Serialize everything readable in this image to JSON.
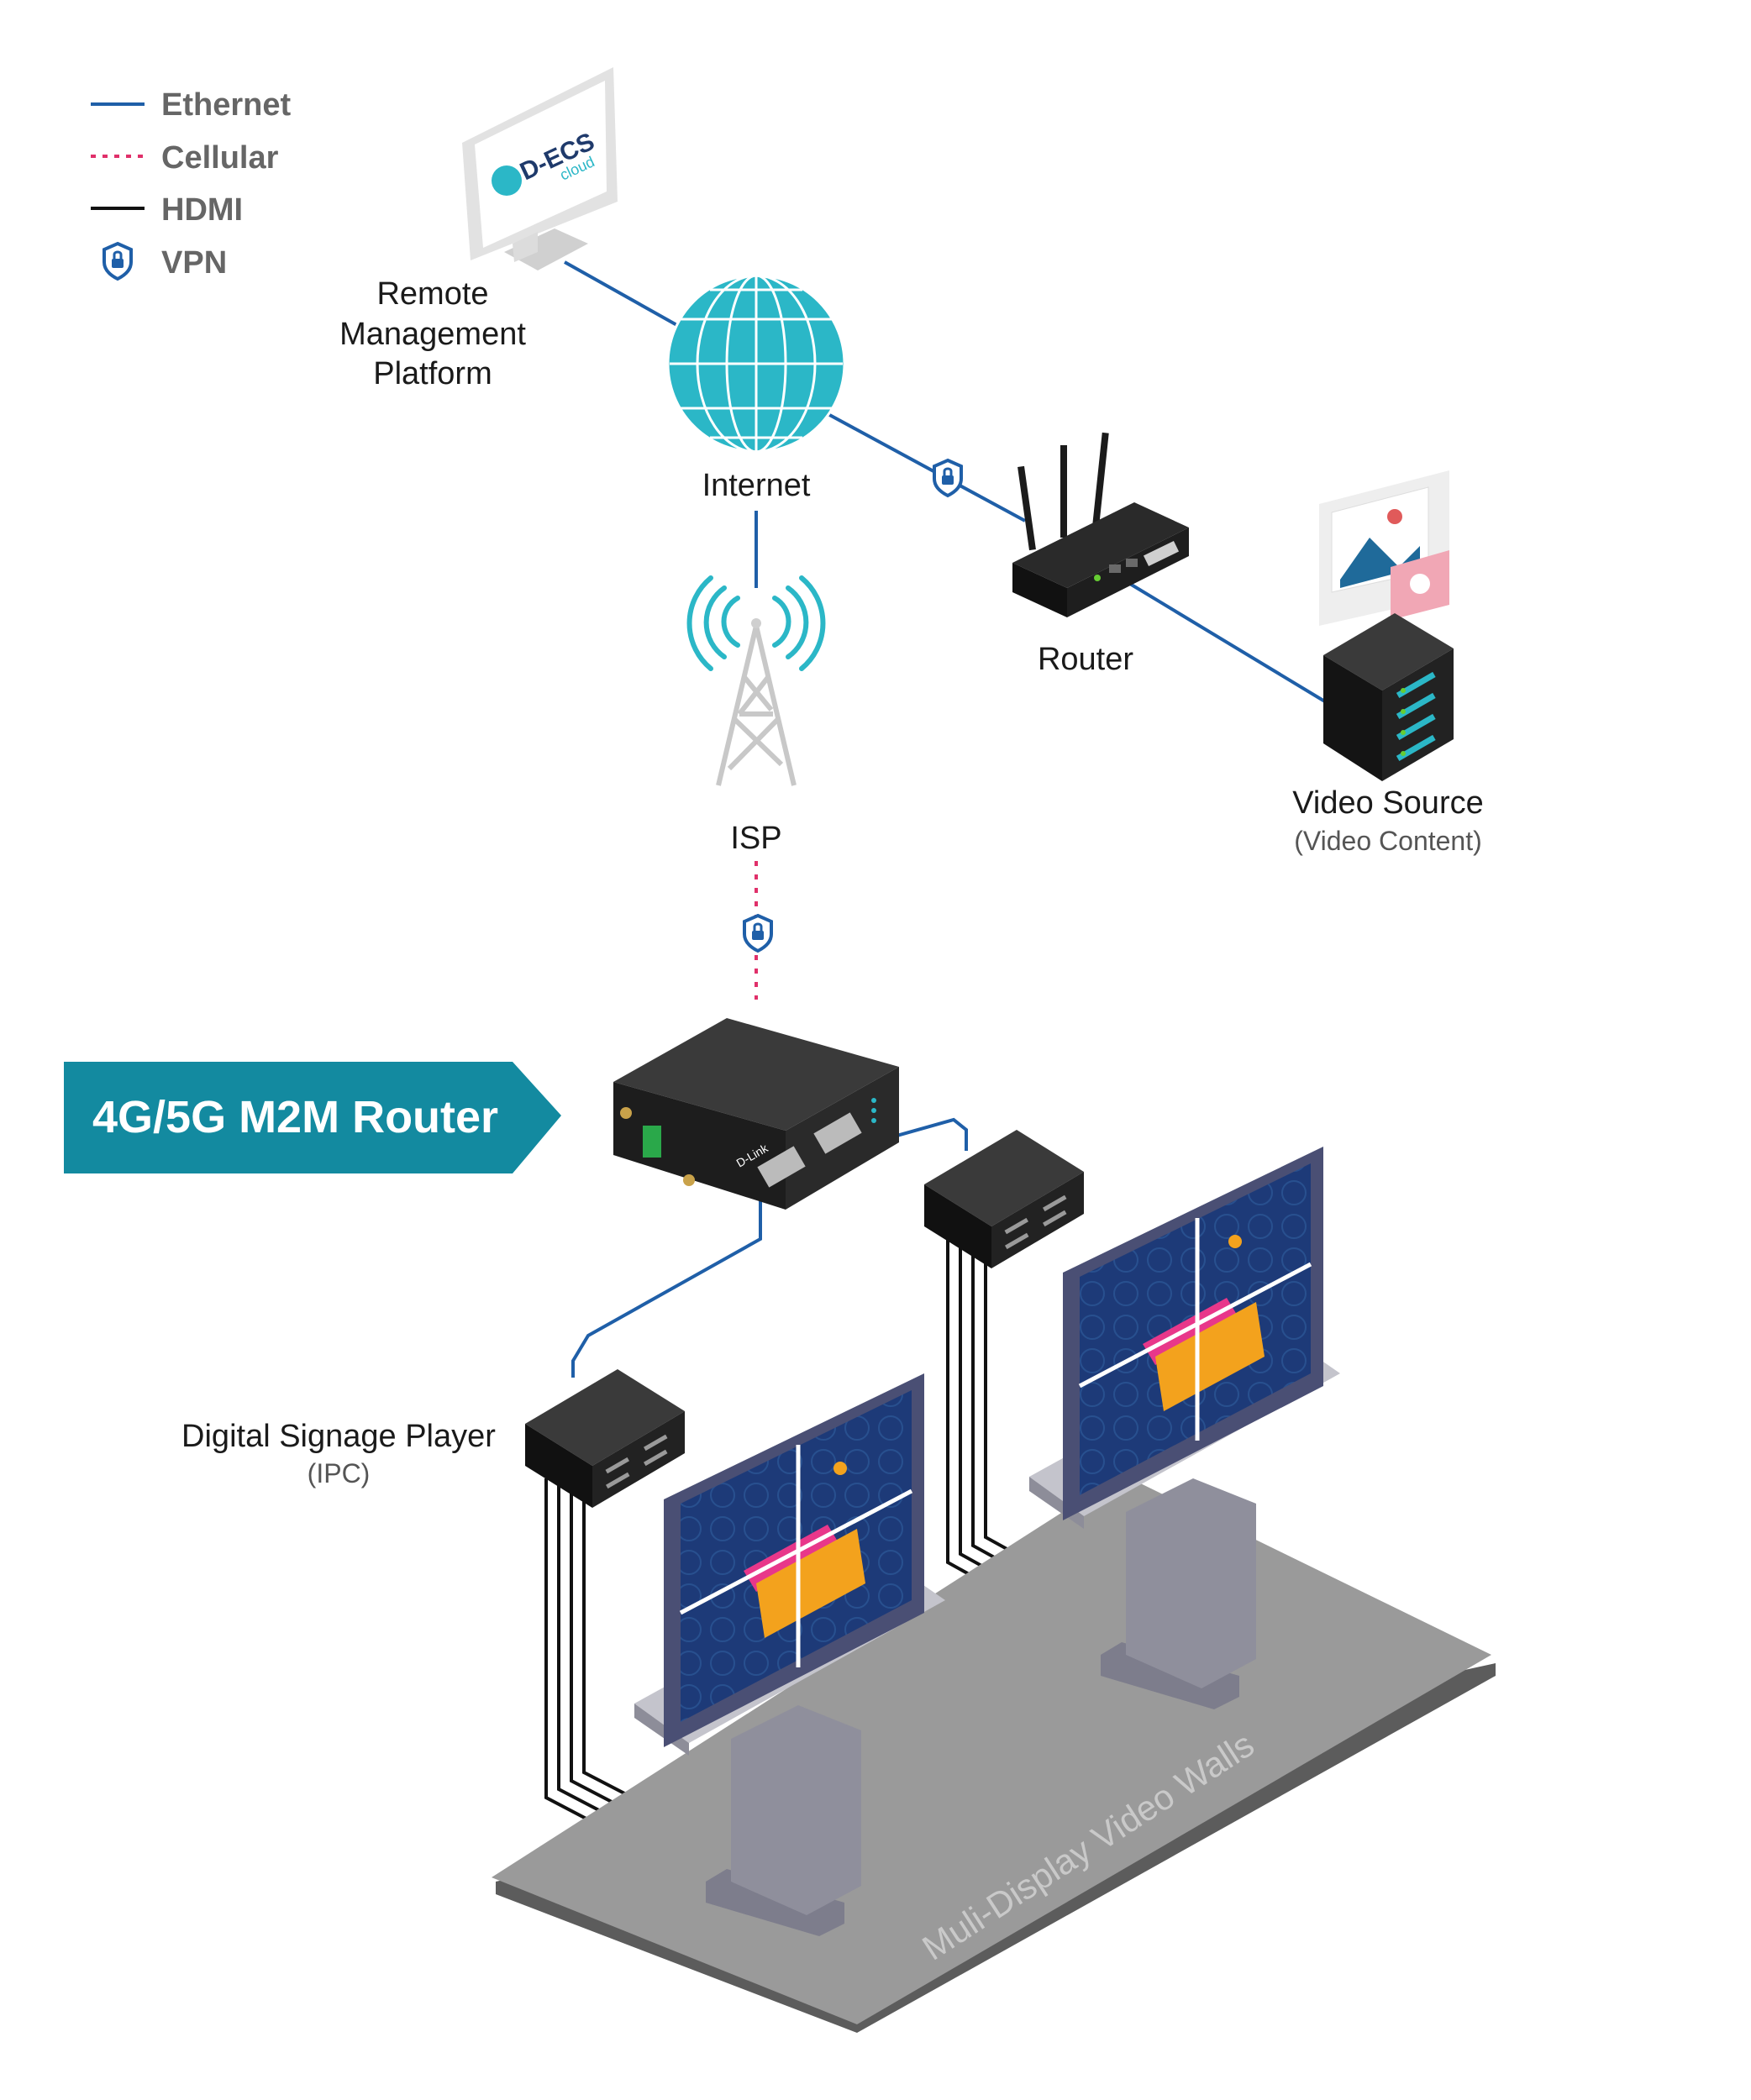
{
  "legend": {
    "ethernet": "Ethernet",
    "cellular": "Cellular",
    "hdmi": "HDMI",
    "vpn": "VPN"
  },
  "nodes": {
    "platform_line1": "Remote",
    "platform_line2": "Management",
    "platform_line3": "Platform",
    "monitor_logo": "D-ECS",
    "monitor_logo_sub": "cloud",
    "internet": "Internet",
    "router": "Router",
    "isp": "ISP",
    "video_source": "Video Source",
    "video_source_sub": "(Video Content)",
    "m2m_router": "4G/5G M2M Router",
    "m2m_brand": "D-Link",
    "player": "Digital Signage Player",
    "player_sub": "(IPC)",
    "floor": "Muli-Display Video Walls"
  },
  "colors": {
    "ethernet": "#1f5fa8",
    "cellular": "#e0306a",
    "hdmi": "#111111",
    "vpn": "#1f5fa8",
    "banner": "#138aa0",
    "globe": "#2bb7c7",
    "floor": "#9a9a9a",
    "screen_frame": "#4a4f74",
    "screen_bg": "#1d3a78"
  },
  "icons": [
    "monitor-icon",
    "globe-icon",
    "router-icon",
    "cell-tower-icon",
    "server-icon",
    "vpn-shield-icon",
    "m2m-router-icon",
    "player-box-icon",
    "video-wall-icon"
  ]
}
